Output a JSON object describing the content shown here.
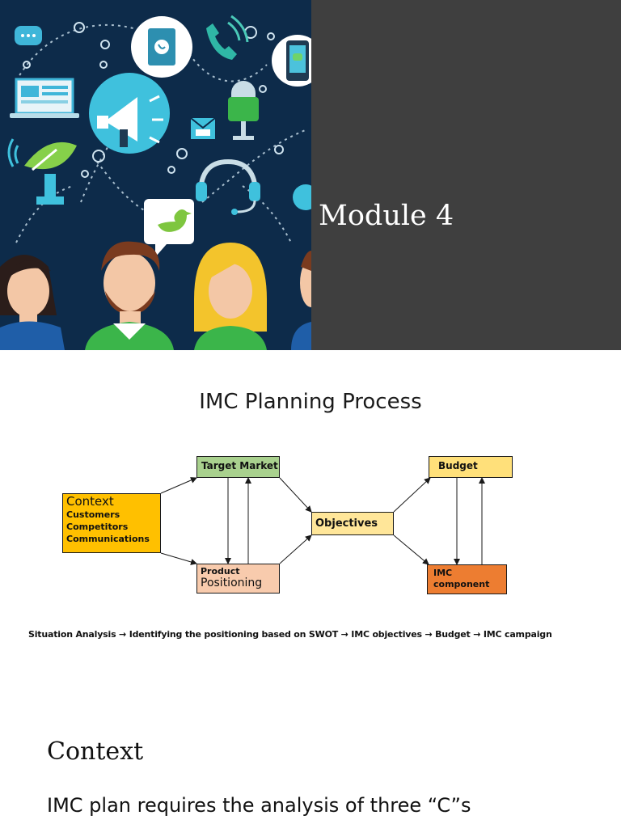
{
  "slide1": {
    "title": "Module 4",
    "background": "#3f3f3f",
    "illustration_bg": "#0d2b4a",
    "icons": [
      "chat-bubble-icon",
      "notebook-icon",
      "phone-icon",
      "smartphone-icon",
      "laptop-icon",
      "megaphone-icon",
      "microphone-icon",
      "envelope-icon",
      "satellite-dish-icon",
      "headset-icon",
      "twitter-bird-icon"
    ]
  },
  "slide2": {
    "title": "IMC Planning Process",
    "boxes": {
      "target_market": "Target Market",
      "budget": "Budget",
      "objectives": "Objectives",
      "context_head": "Context",
      "context_lines": [
        "Customers",
        "Competitors",
        "Communications"
      ],
      "product_small": "Product",
      "product_big": "Positioning",
      "imc_line1": "IMC",
      "imc_line2": "component"
    },
    "colors": {
      "target_market": "#a9d18e",
      "budget": "#ffe07a",
      "objectives": "#ffe699",
      "context": "#ffc000",
      "product": "#f8cbad",
      "imc": "#ed7d31"
    },
    "situation": "Situation Analysis → Identifying the positioning based on SWOT → IMC objectives → Budget → IMC campaign"
  },
  "slide3": {
    "title": "Context",
    "subtitle": "IMC plan requires the analysis of three “C”s"
  }
}
